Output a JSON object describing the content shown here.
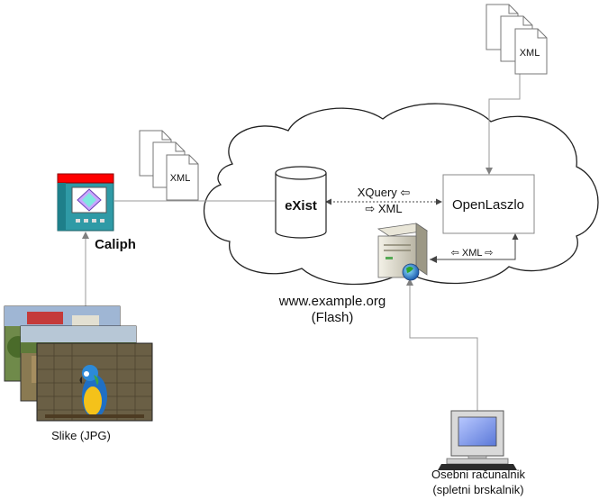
{
  "caliph": {
    "label": "Caliph"
  },
  "exist": {
    "label": "eXist"
  },
  "openlaszlo": {
    "label": "OpenLaszlo"
  },
  "docs_top": {
    "label": "XML"
  },
  "docs_mid": {
    "label": "XML"
  },
  "query": {
    "line1": "XQuery ⇦",
    "line2": "⇨  XML"
  },
  "server_link": {
    "label": "⇦  XML ⇨"
  },
  "website": {
    "line1": "www.example.org",
    "line2": "(Flash)"
  },
  "photos": {
    "label": "Slike (JPG)"
  },
  "pc": {
    "line1": "Osebni računalnik",
    "line2": "(spletni brskalnik)"
  },
  "colors": {
    "caliph_bar": "#ff0000",
    "caliph_body": "#2f9aa6",
    "cylinder": "#ffffff",
    "line": "#909090"
  }
}
